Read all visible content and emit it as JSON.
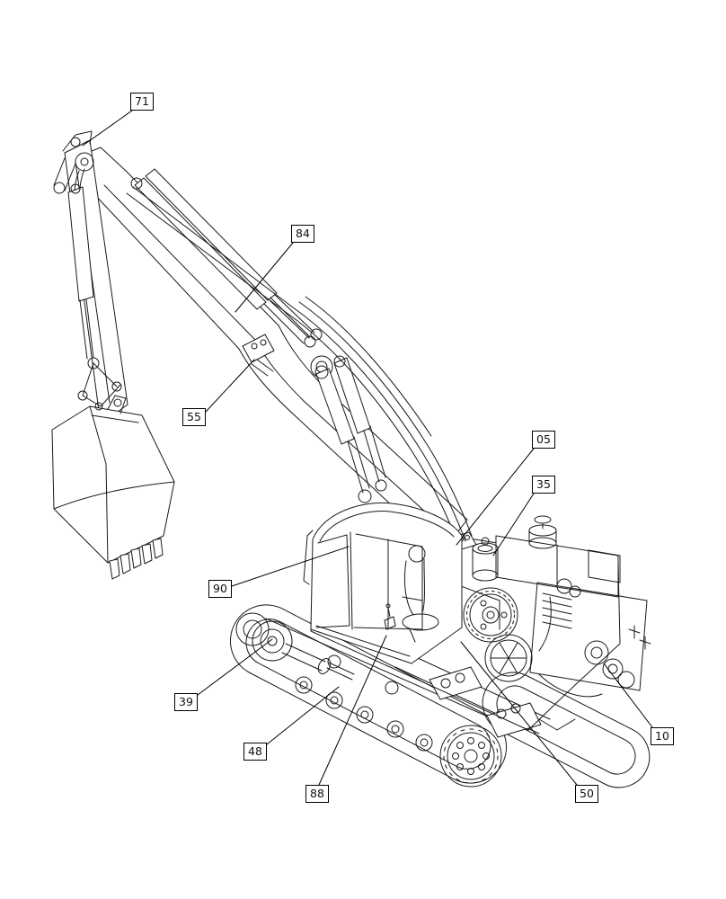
{
  "page": {
    "background": "#ffffff"
  },
  "diagram": {
    "type": "exploded-parts-line-diagram",
    "line_color": "#1a1a1a",
    "callout_border_color": "#000000",
    "callouts": [
      {
        "label": "71"
      },
      {
        "label": "84"
      },
      {
        "label": "55"
      },
      {
        "label": "05"
      },
      {
        "label": "35"
      },
      {
        "label": "90"
      },
      {
        "label": "39"
      },
      {
        "label": "48"
      },
      {
        "label": "88"
      },
      {
        "label": "50"
      },
      {
        "label": "10"
      }
    ]
  }
}
